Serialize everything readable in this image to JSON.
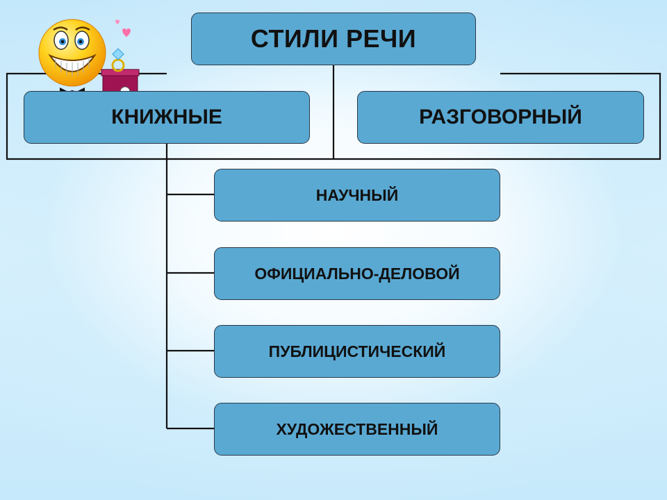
{
  "diagram": {
    "root": {
      "label": "СТИЛИ РЕЧИ"
    },
    "groups": [
      {
        "label": "КНИЖНЫЕ",
        "children": [
          {
            "label": "НАУЧНЫЙ"
          },
          {
            "label": "ОФИЦИАЛЬНО-ДЕЛОВОЙ"
          },
          {
            "label": "ПУБЛИЦИСТИЧЕСКИЙ"
          },
          {
            "label": "ХУДОЖЕСТВЕННЫЙ"
          }
        ]
      },
      {
        "label": "РАЗГОВОРНЫЙ",
        "children": []
      }
    ]
  },
  "colors": {
    "node_fill": "#5aa9d3",
    "node_border": "#2a3a48",
    "connector": "#111111",
    "background": "#cdebfb"
  },
  "decoration": {
    "icon": "smiley-with-gift-icon"
  }
}
